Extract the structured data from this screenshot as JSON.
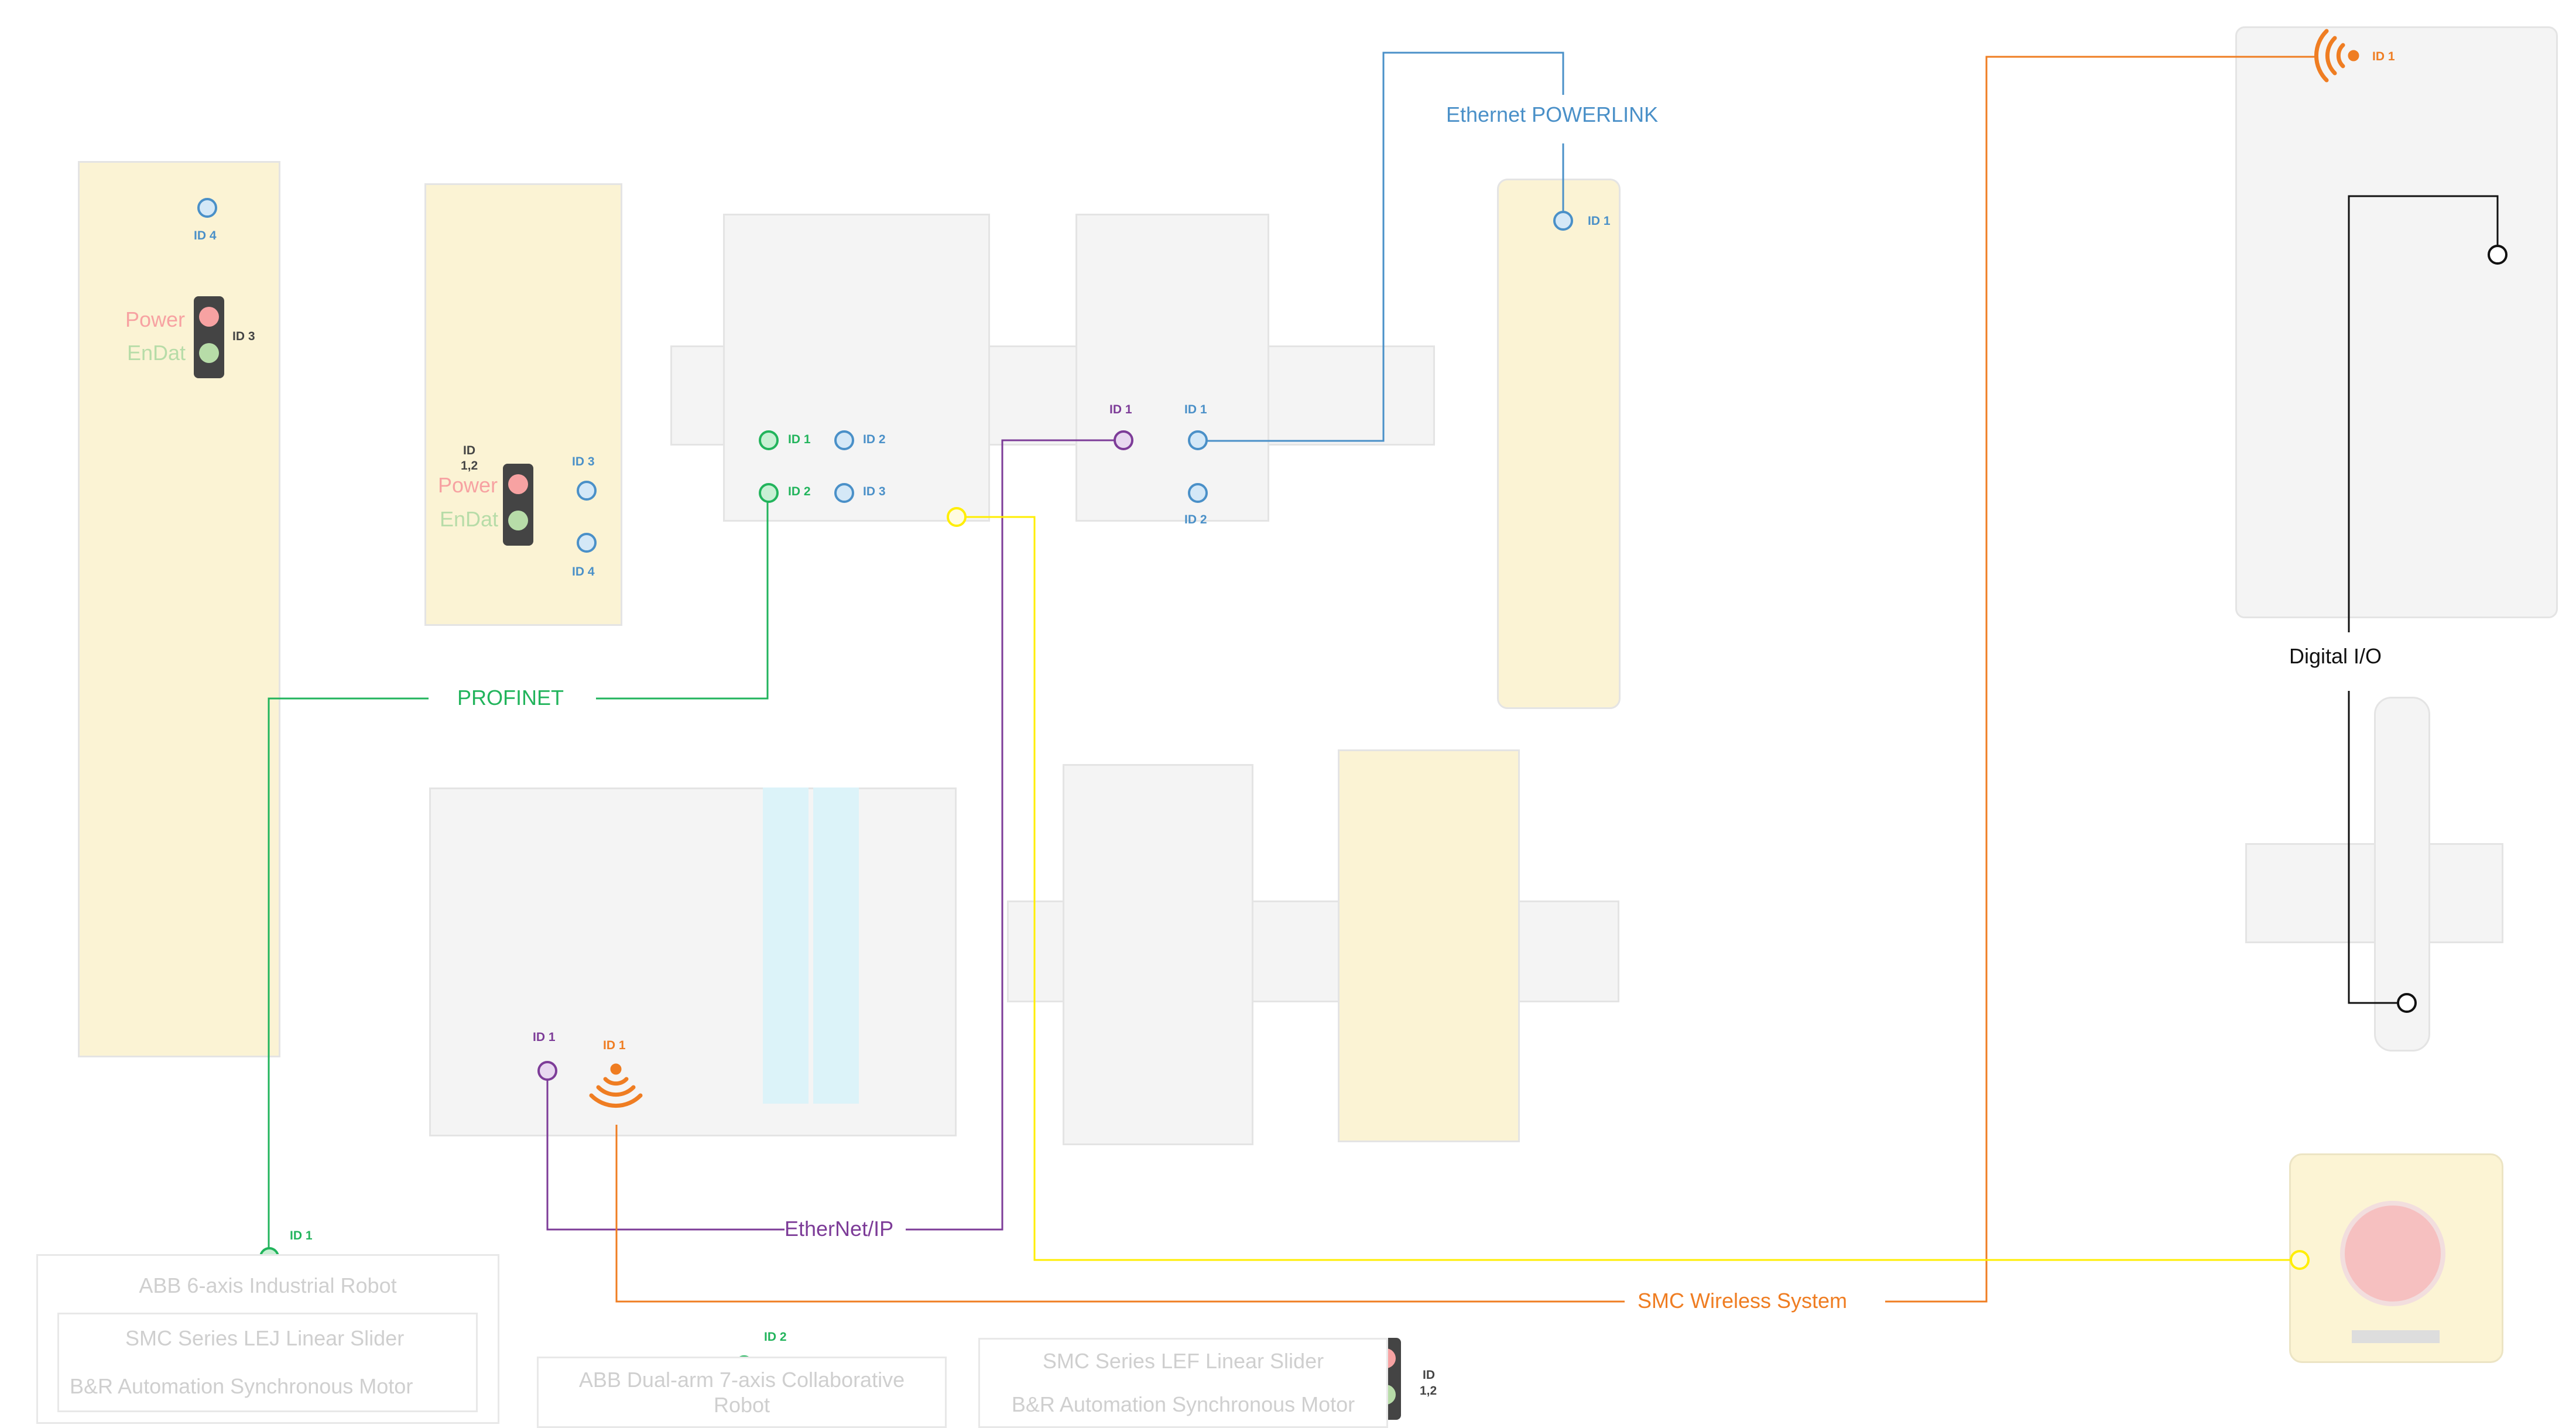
{
  "colors": {
    "profinet": "#22b45c",
    "powerlink": "#4a90c8",
    "ethernetip": "#7d3c98",
    "wireless": "#ef7d22",
    "safety": "#ffee00",
    "digital": "#111111",
    "red_lamp": "#f7a2a2",
    "green_lamp": "#b7dca8",
    "device_text": "#cccccc"
  },
  "networks": {
    "profinet": "PROFINET",
    "powerlink": "Ethernet POWERLINK",
    "ethernetip": "EtherNet/IP",
    "wireless": "SMC Wireless System",
    "digital_io": "Digital I/O"
  },
  "status": {
    "power": "Power",
    "endat": "EnDat"
  },
  "ids": {
    "id1": "ID 1",
    "id2": "ID 2",
    "id3": "ID 3",
    "id4": "ID 4",
    "id_top": "ID",
    "id_12": "1,2"
  },
  "devices": {
    "abb_robot": "ABB 6-axis Industrial Robot",
    "lej_slider": "SMC Series LEJ Linear Slider",
    "br_motor_1": "B&R Automation Synchronous Motor",
    "abb_cobot": "ABB Dual-arm 7-axis Collaborative Robot",
    "lef_slider": "SMC Series LEF Linear Slider",
    "br_motor_2": "B&R Automation Synchronous Motor"
  },
  "icons": [
    "wireless-icon",
    "emergency-stop-icon",
    "traffic-light-icon"
  ]
}
